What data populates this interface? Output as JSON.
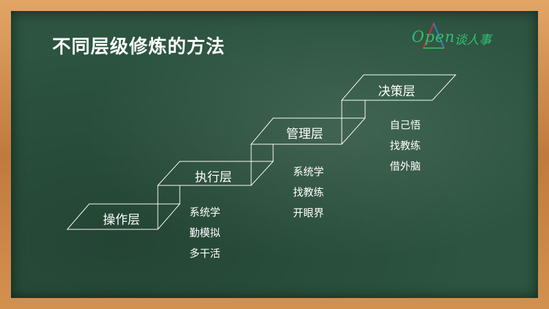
{
  "slide": {
    "title": "不同层级修炼的方法"
  },
  "logo": {
    "word": "Open",
    "tagline": "谈人事",
    "accent_color": "#30c070"
  },
  "levels": [
    {
      "label": "操作层",
      "methods": [
        "系统学",
        "勤模拟",
        "多干活"
      ]
    },
    {
      "label": "执行层",
      "methods": []
    },
    {
      "label": "管理层",
      "methods": [
        "系统学",
        "找教练",
        "开眼界"
      ]
    },
    {
      "label": "决策层",
      "methods": [
        "自己悟",
        "找教练",
        "借外脑"
      ]
    }
  ],
  "executor_methods": [],
  "colors": {
    "board": "#2c5440",
    "frame": "#c98a4a",
    "line": "#ffffff"
  }
}
